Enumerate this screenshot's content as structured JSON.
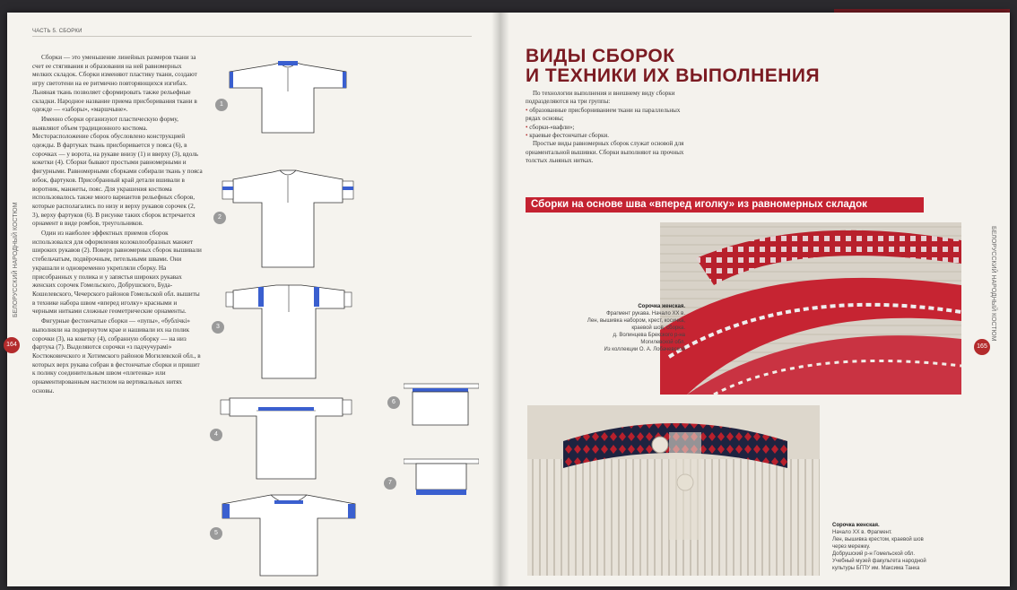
{
  "page": {
    "header": "ЧАСТЬ 5. СБОРКИ",
    "side_title": "БЕЛОРУССКИЙ НАРОДНЫЙ КОСТЮМ",
    "page_left": "164",
    "page_right": "165"
  },
  "left_text": {
    "paragraphs": [
      "Сборки — это уменьшение линейных размеров ткани за счет ее стягивания и образования на ней равномерных мелких складок. Сборки изменяют пластику ткани, создают игру светотени на ее ритмично повторяющихся изгибах. Льняная ткань позволяет сформировать также рельефные складки. Народное название приема присборивания ткани в одежде — «заборы», «маршчыне».",
      "Именно сборки организуют пластическую форму, выявляют объем традиционного костюма. Месторасположение сборок обусловлено конструкцией одежды. В фартуках ткань присборивается у пояса (6), в сорочках — у ворота, на рукаве внизу (1) и вверху (3), вдоль кокетки (4). Сборки бывают простыми равномерными и фигурными. Равномерными сборками собирали ткань у пояса юбок, фартуков. Присобранный край детали вшивали в воротник, манжеты, пояс. Для украшения костюма использовалось также много вариантов рельефных сборов, которые располагались по низу и верху рукавов сорочек (2, 3), верху фартуков (6). В рисунке таких сборок встречается орнамент в виде ромбов, треугольников.",
      "Один из наиболее эффектных приемов сборок использовался для оформления колоколообразных манжет широких рукавов (2). Поверх равномерных сборок вышивали стебельчатым, подвёрочным, петельными швами. Они украшали и одновременно укрепляли сборку. На присобранных у полика и у запястья широких рукавах женских сорочек Гомельского, Добрушского, Буда-Кошелевского, Чечерского районов Гомельской обл. вышиты в технике набора швом «вперед иголку» красными и черными нитками сложные геометрические орнаменты.",
      "Фигурные фестончатые сборки — «пупы», «бублічкі» выполняли на подвернутом крае и нашивали их на полик сорочки (3), на кокетку (4), собранную оборку — на низ фартука (7). Выделяются сорочки «з падчучурамі» Костюковичского и Хотимского районов Могилевской обл., в которых верх рукава собран в фестончатые сборки и пришит к полику соединительным швом «плетенка» или орнаментированным настилом на вертикальных нитях основы."
    ]
  },
  "figures": [
    "1",
    "2",
    "3",
    "4",
    "5",
    "6",
    "7"
  ],
  "right": {
    "title_line1": "ВИДЫ СБОРОК",
    "title_line2": "И ТЕХНИКИ ИХ ВЫПОЛНЕНИЯ",
    "intro_p1": "По технологии выполнения и внешнему виду сборки подразделяются на три группы:",
    "intro_items": [
      "образованные присборниванием ткани на параллельных рядах основы;",
      "сборки-«вафли»;",
      "краевые фестончатые сборки."
    ],
    "intro_p2": "Простые виды равномерных сборок служат основой для орнаментальной вышивки. Сборки выполняют на прочных толстых льняных нитках.",
    "banner": "Сборки на основе шва «вперед иголку» из равномерных складок"
  },
  "caption1": {
    "title": "Сорочка женская.",
    "lines": [
      "Фрагмент рукава. Начало XX в.",
      "Лен, вышивка набором, крест, косичка,",
      "краевой шов, сборка.",
      "д. Волинцевa Брекского р-на",
      "Могилевской обл.",
      "Из коллекции О. А. Лобачевской"
    ]
  },
  "caption2": {
    "title": "Сорочка женская.",
    "lines": [
      "Начало XX в. Фрагмент.",
      "Лен, вышивка крестом, краевой шов",
      "через мережку.",
      "Добрушский р-н Гомельской обл.",
      "Учебный музей факультета народной",
      "культуры БГПУ им. Максима Танка"
    ]
  },
  "colors": {
    "accent": "#c42231",
    "title": "#7b1b22",
    "pagenum": "#b32b2c"
  }
}
